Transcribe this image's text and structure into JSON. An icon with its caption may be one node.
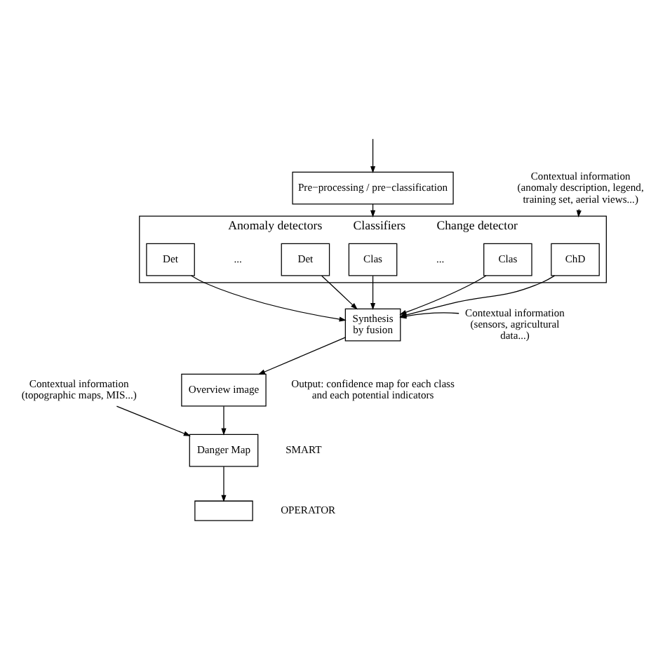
{
  "diagram": {
    "nodes": [
      {
        "text": [
          "Pre−processing / pre−classification"
        ]
      },
      {
        "text": [
          "Anomaly detectors",
          "Classifiers",
          "Change detector"
        ]
      },
      {
        "text": [
          "Det"
        ],
        "in": 1
      },
      {
        "text": [
          "Det"
        ],
        "in": 1
      },
      {
        "text": [
          "Clas"
        ],
        "in": 1
      },
      {
        "text": [
          "Clas"
        ],
        "in": 1
      },
      {
        "text": [
          "ChD"
        ],
        "in": 1
      },
      {
        "text": [
          "Contextual information (anomaly description, legend, training set, aerial views...)"
        ]
      },
      {
        "text": [
          "Synthesis by fusion"
        ],
        "beside": [
          "Output: confidence map for each class and each potential indicators"
        ]
      },
      {
        "text": [
          "Contextual information (sensors, agricultural data...)"
        ]
      },
      {
        "text": [
          "Overview image"
        ]
      },
      {
        "text": [
          "Contextual information (topographic maps, MIS...)"
        ]
      },
      {
        "text": [
          "Danger Map"
        ]
      },
      {
        "text": [],
        "shape": "box"
      }
    ],
    "edges": [
      {
        "from": null,
        "to": 0,
        "arrow": "to"
      },
      {
        "from": 0,
        "to": 1,
        "arrow": "to"
      },
      {
        "from": 2,
        "to": 8,
        "arrow": "to"
      },
      {
        "from": 3,
        "to": 8,
        "arrow": "to"
      },
      {
        "from": 4,
        "to": 8,
        "arrow": "to"
      },
      {
        "from": 5,
        "to": 8,
        "arrow": "to"
      },
      {
        "from": 6,
        "to": 8,
        "arrow": "to"
      },
      {
        "from": 7,
        "to": 1,
        "arrow": "to"
      },
      {
        "from": 9,
        "to": 8,
        "arrow": "to"
      },
      {
        "from": 8,
        "to": 10,
        "arrow": "to"
      },
      {
        "from": 10,
        "to": 12,
        "arrow": "to"
      },
      {
        "from": 11,
        "to": 12,
        "arrow": "to"
      },
      {
        "from": 12,
        "to": 13,
        "arrow": "to"
      }
    ],
    "labels": [
      "...",
      "...",
      "SMART",
      "OPERATOR"
    ]
  }
}
